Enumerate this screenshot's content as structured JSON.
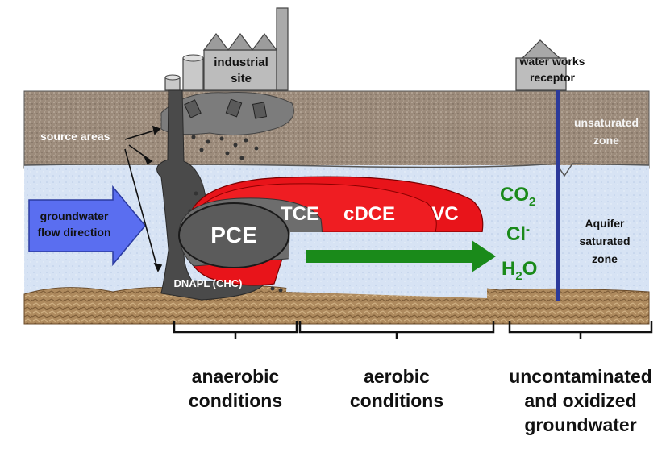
{
  "labels": {
    "industrial_site": [
      "industrial",
      "site"
    ],
    "water_works": [
      "water works",
      "receptor"
    ],
    "unsaturated": [
      "unsaturated",
      "zone"
    ],
    "source_areas": "source areas",
    "groundwater": [
      "groundwater",
      "flow direction"
    ],
    "aquifer": [
      "Aquifer",
      "saturated",
      "zone"
    ],
    "dnapl": "DNAPL (CHC)",
    "pce": "PCE",
    "tce": "TCE",
    "cdce": "cDCE",
    "vc": "VC",
    "co2": {
      "base": "CO",
      "sub": "2"
    },
    "cl": {
      "base": "Cl",
      "sup": "-"
    },
    "h2o": {
      "base": "H",
      "sub": "2",
      "tail": "O"
    }
  },
  "bottom": {
    "anaerobic": [
      "anaerobic",
      "conditions"
    ],
    "aerobic": [
      "aerobic",
      "conditions"
    ],
    "uncontaminated": [
      "uncontaminated",
      "and oxidized",
      "groundwater"
    ]
  },
  "colors": {
    "soil": "#9b8a7a",
    "water": "#d6e4f5",
    "bedrock": "#b08a5c",
    "plume_red": "#e8141a",
    "plume_gray": "#6d6d6d",
    "pce": "#5a5a5a",
    "arrow_green": "#1a8a1a",
    "flow_arrow": "#5a6ef0",
    "well": "#2c3a9a"
  }
}
